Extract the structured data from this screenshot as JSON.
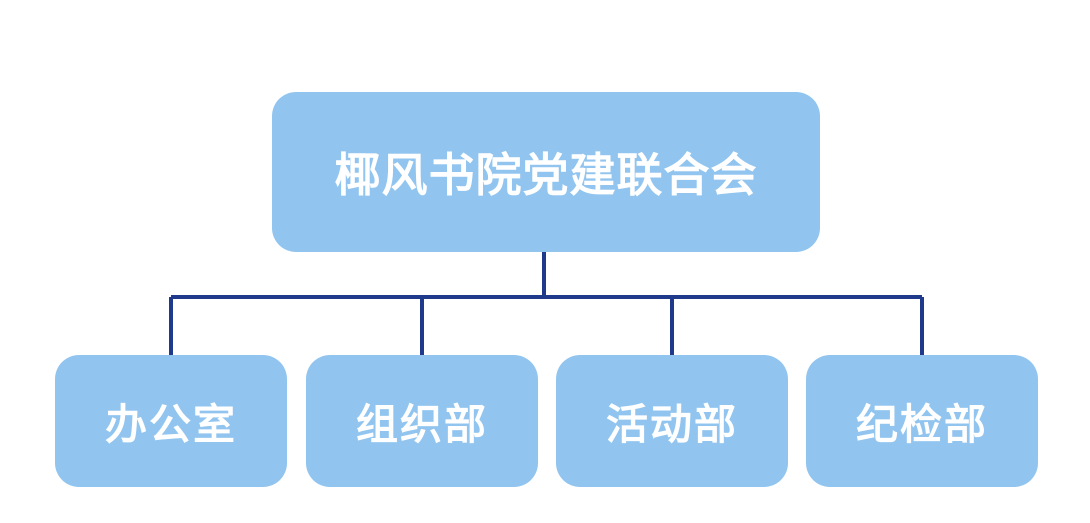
{
  "root": {
    "label": "椰风书院党建联合会"
  },
  "children": [
    {
      "label": "办公室"
    },
    {
      "label": "组织部"
    },
    {
      "label": "活动部"
    },
    {
      "label": "纪检部"
    }
  ],
  "colors": {
    "box_fill": "#91c5ef",
    "box_text": "#ffffff",
    "connector": "#1f3a8a",
    "background": "#ffffff"
  }
}
